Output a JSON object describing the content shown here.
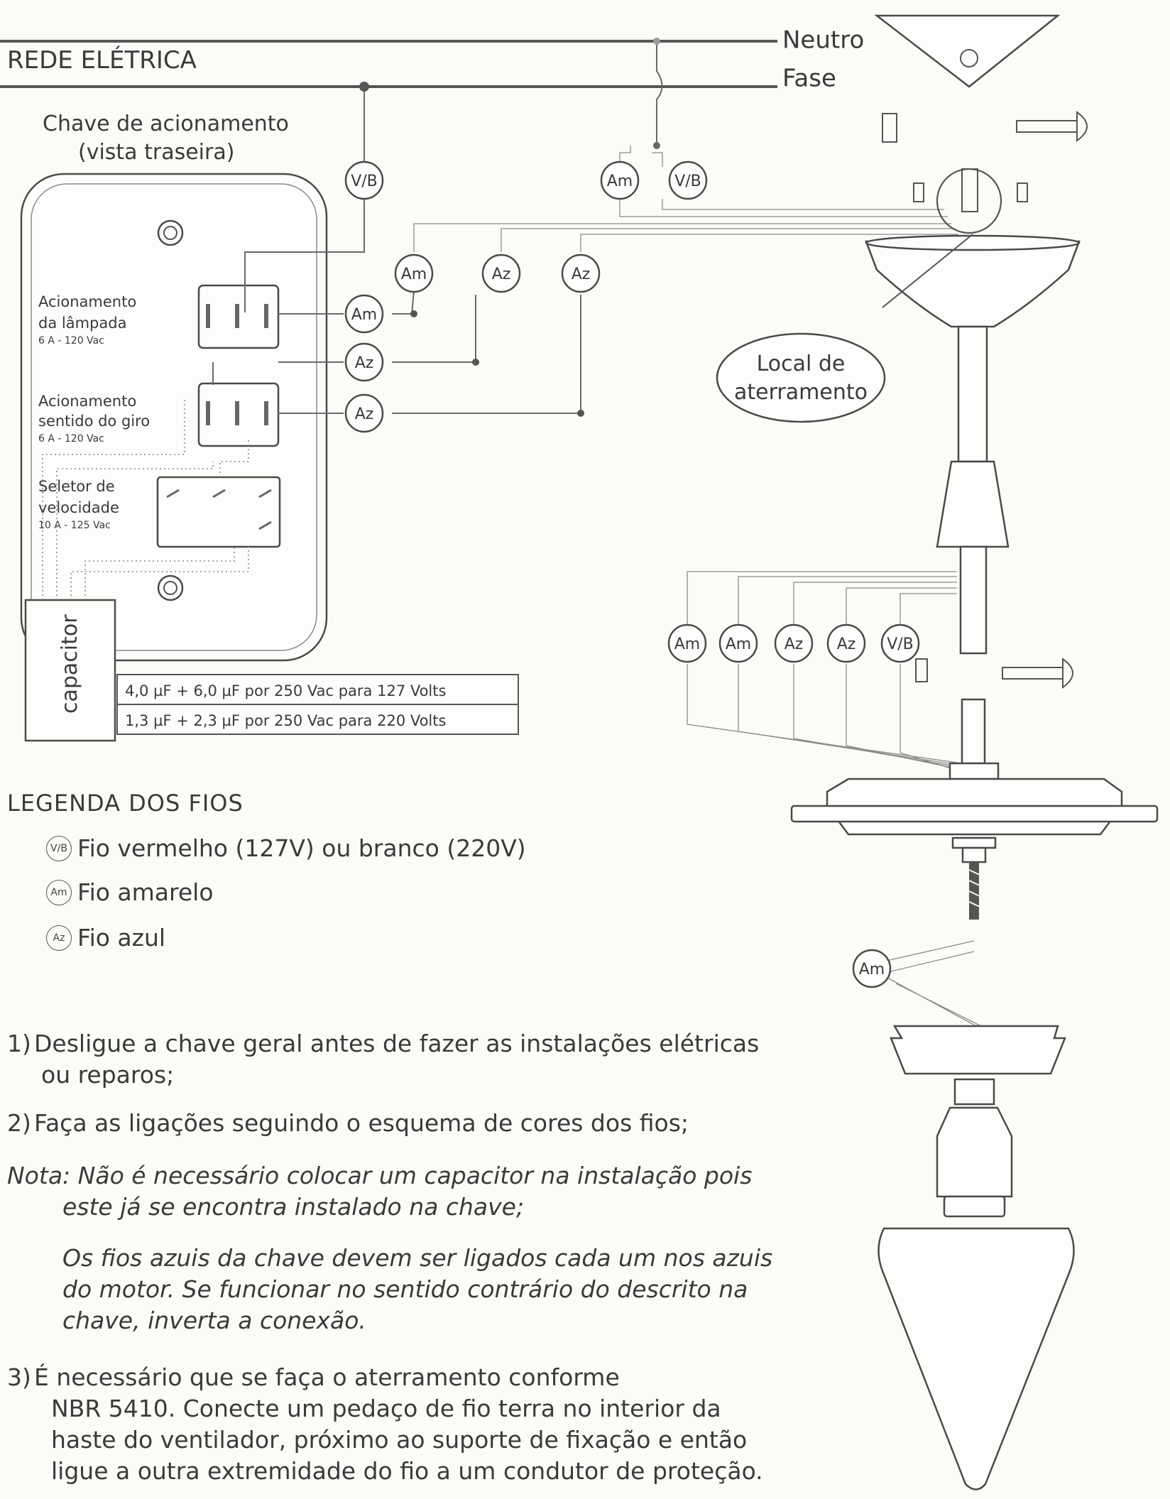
{
  "network": {
    "title": "REDE ELÉTRICA",
    "neutral": "Neutro",
    "phase": "Fase"
  },
  "switch_box": {
    "title_line1": "Chave de acionamento",
    "title_line2": "(vista traseira)",
    "lamp": {
      "line1": "Acionamento",
      "line2": "da lâmpada",
      "rating": "6 A - 120 Vac"
    },
    "direction": {
      "line1": "Acionamento",
      "line2": "sentido do giro",
      "rating": "6 A - 120 Vac"
    },
    "speed": {
      "line1": "Seletor de",
      "line2": "velocidade",
      "rating": "10 A - 125 Vac"
    },
    "capacitor": "capacitor"
  },
  "capacitor_table": [
    "4,0 µF + 6,0 µF por 250 Vac para 127 Volts",
    "1,3 µF + 2,3 µF por 250 Vac para 220 Volts"
  ],
  "ground_callout": {
    "line1": "Local de",
    "line2": "aterramento"
  },
  "wire_codes": {
    "red_white": "V/B",
    "yellow": "Am",
    "blue": "Az"
  },
  "legend": {
    "title": "LEGENDA DOS FIOS",
    "items": [
      {
        "code": "V/B",
        "text": "Fio vermelho (127V) ou branco (220V)"
      },
      {
        "code": "Am",
        "text": "Fio amarelo"
      },
      {
        "code": "Az",
        "text": "Fio azul"
      }
    ]
  },
  "instructions": {
    "step1_num": "1)",
    "step1_a": "Desligue a chave geral antes de fazer as instalações elétricas",
    "step1_b": "ou reparos;",
    "step2_num": "2)",
    "step2": "Faça as ligações seguindo o esquema de cores dos fios;",
    "note_label": "Nota:",
    "note_a": "Não é necessário colocar um capacitor na instalação pois",
    "note_b": "este já se encontra instalado na chave;",
    "note2_a": "Os fios azuis da chave devem ser ligados cada um nos azuis",
    "note2_b": "do motor. Se funcionar no sentido contrário do descrito na",
    "note2_c": "chave, inverta a conexão.",
    "step3_num": "3)",
    "step3_a": "É necessário que se faça o aterramento conforme",
    "step3_b": "NBR 5410. Conecte um pedaço de fio terra no interior da",
    "step3_c": "haste do ventilador, próximo ao suporte de fixação e então",
    "step3_d": "ligue a outra extremidade do fio a um condutor de proteção."
  }
}
